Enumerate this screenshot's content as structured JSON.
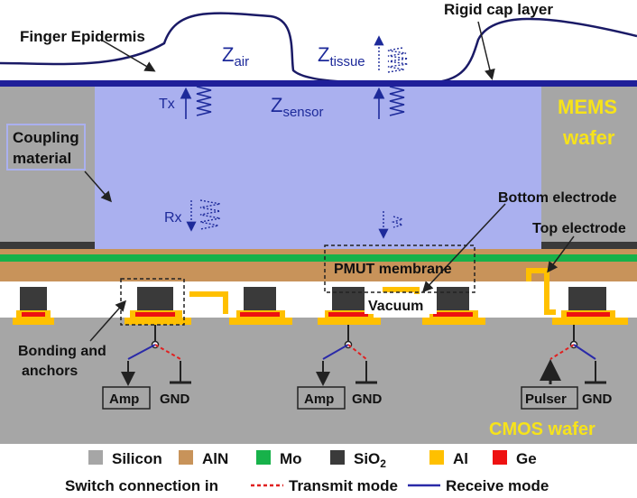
{
  "labels": {
    "finger_epidermis": "Finger Epidermis",
    "rigid_cap_layer": "Rigid cap layer",
    "z_air_main": "Z",
    "z_air_sub": "air",
    "z_tissue_main": "Z",
    "z_tissue_sub": "tissue",
    "z_sensor_main": "Z",
    "z_sensor_sub": "sensor",
    "tx": "Tx",
    "rx": "Rx",
    "coupling_material_line1": "Coupling",
    "coupling_material_line2": "material",
    "mems_wafer_line1": "MEMS",
    "mems_wafer_line2": "wafer",
    "bottom_electrode": "Bottom electrode",
    "top_electrode": "Top electrode",
    "pmut_membrane": "PMUT membrane",
    "vacuum": "Vacuum",
    "bonding_line1": "Bonding and",
    "bonding_line2": "anchors",
    "amp_1": "Amp",
    "gnd_1": "GND",
    "amp_2": "Amp",
    "gnd_2": "GND",
    "pulser": "Pulser",
    "gnd_3": "GND",
    "cmos_wafer": "CMOS wafer"
  },
  "legend": {
    "items": [
      {
        "label": "Silicon",
        "color": "#a6a6a6"
      },
      {
        "label": "AlN",
        "color": "#c8935a"
      },
      {
        "label": "Mo",
        "color": "#17b24a"
      },
      {
        "label": "SiO",
        "sub": "2",
        "color": "#3a3a3a"
      },
      {
        "label": "Al",
        "color": "#ffc000"
      },
      {
        "label": "Ge",
        "color": "#ee1111"
      }
    ],
    "switch_prefix": "Switch connection in",
    "transmit_label": "Transmit mode",
    "receive_label": "Receive mode",
    "transmit_color": "#e02020",
    "receive_color": "#2a2aa8"
  },
  "colors": {
    "coupling_fill": "#aab0ef",
    "cap_layer": "#1f1f99",
    "silicon": "#a6a6a6",
    "mems_label": "#f7e31a"
  }
}
